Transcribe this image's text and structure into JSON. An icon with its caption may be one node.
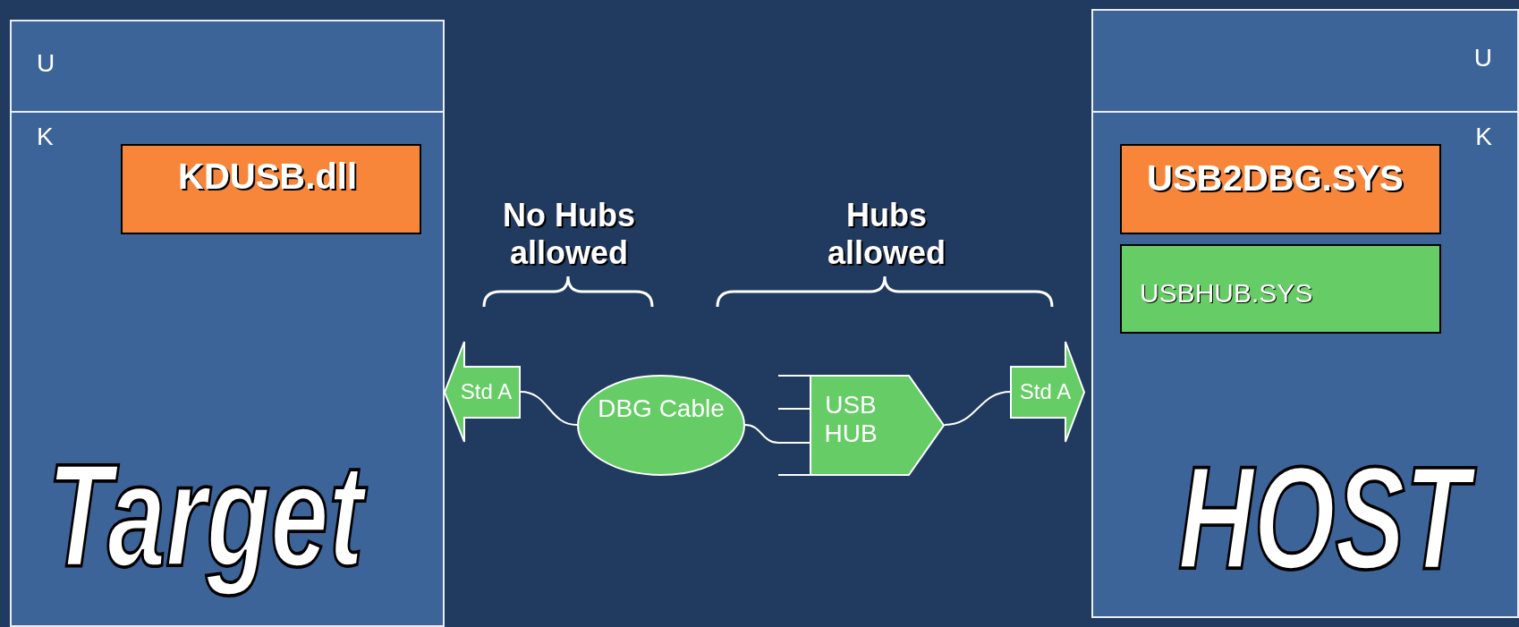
{
  "diagram": {
    "nodes": [
      {
        "text": [
          "U",
          "K",
          "Target"
        ]
      },
      {
        "text": [
          "KDUSB.dll"
        ],
        "in": 0
      },
      {
        "text": [
          "U",
          "K",
          "HOST"
        ]
      },
      {
        "text": [
          "USB2DBG.SYS"
        ],
        "in": 2
      },
      {
        "text": [
          "USBHUB.SYS"
        ],
        "in": 2
      },
      {
        "text": [
          "Std A"
        ]
      },
      {
        "text": [
          "DBG Cable"
        ]
      },
      {
        "text": [
          "USB HUB"
        ]
      },
      {
        "text": [
          "Std A"
        ]
      }
    ],
    "edges": [
      {
        "from": 5,
        "to": 6,
        "arrow": "none"
      },
      {
        "from": 6,
        "to": 7,
        "arrow": "none"
      },
      {
        "from": 7,
        "to": 8,
        "arrow": "none"
      }
    ],
    "labels": [
      "No Hubs allowed",
      "Hubs allowed"
    ]
  }
}
